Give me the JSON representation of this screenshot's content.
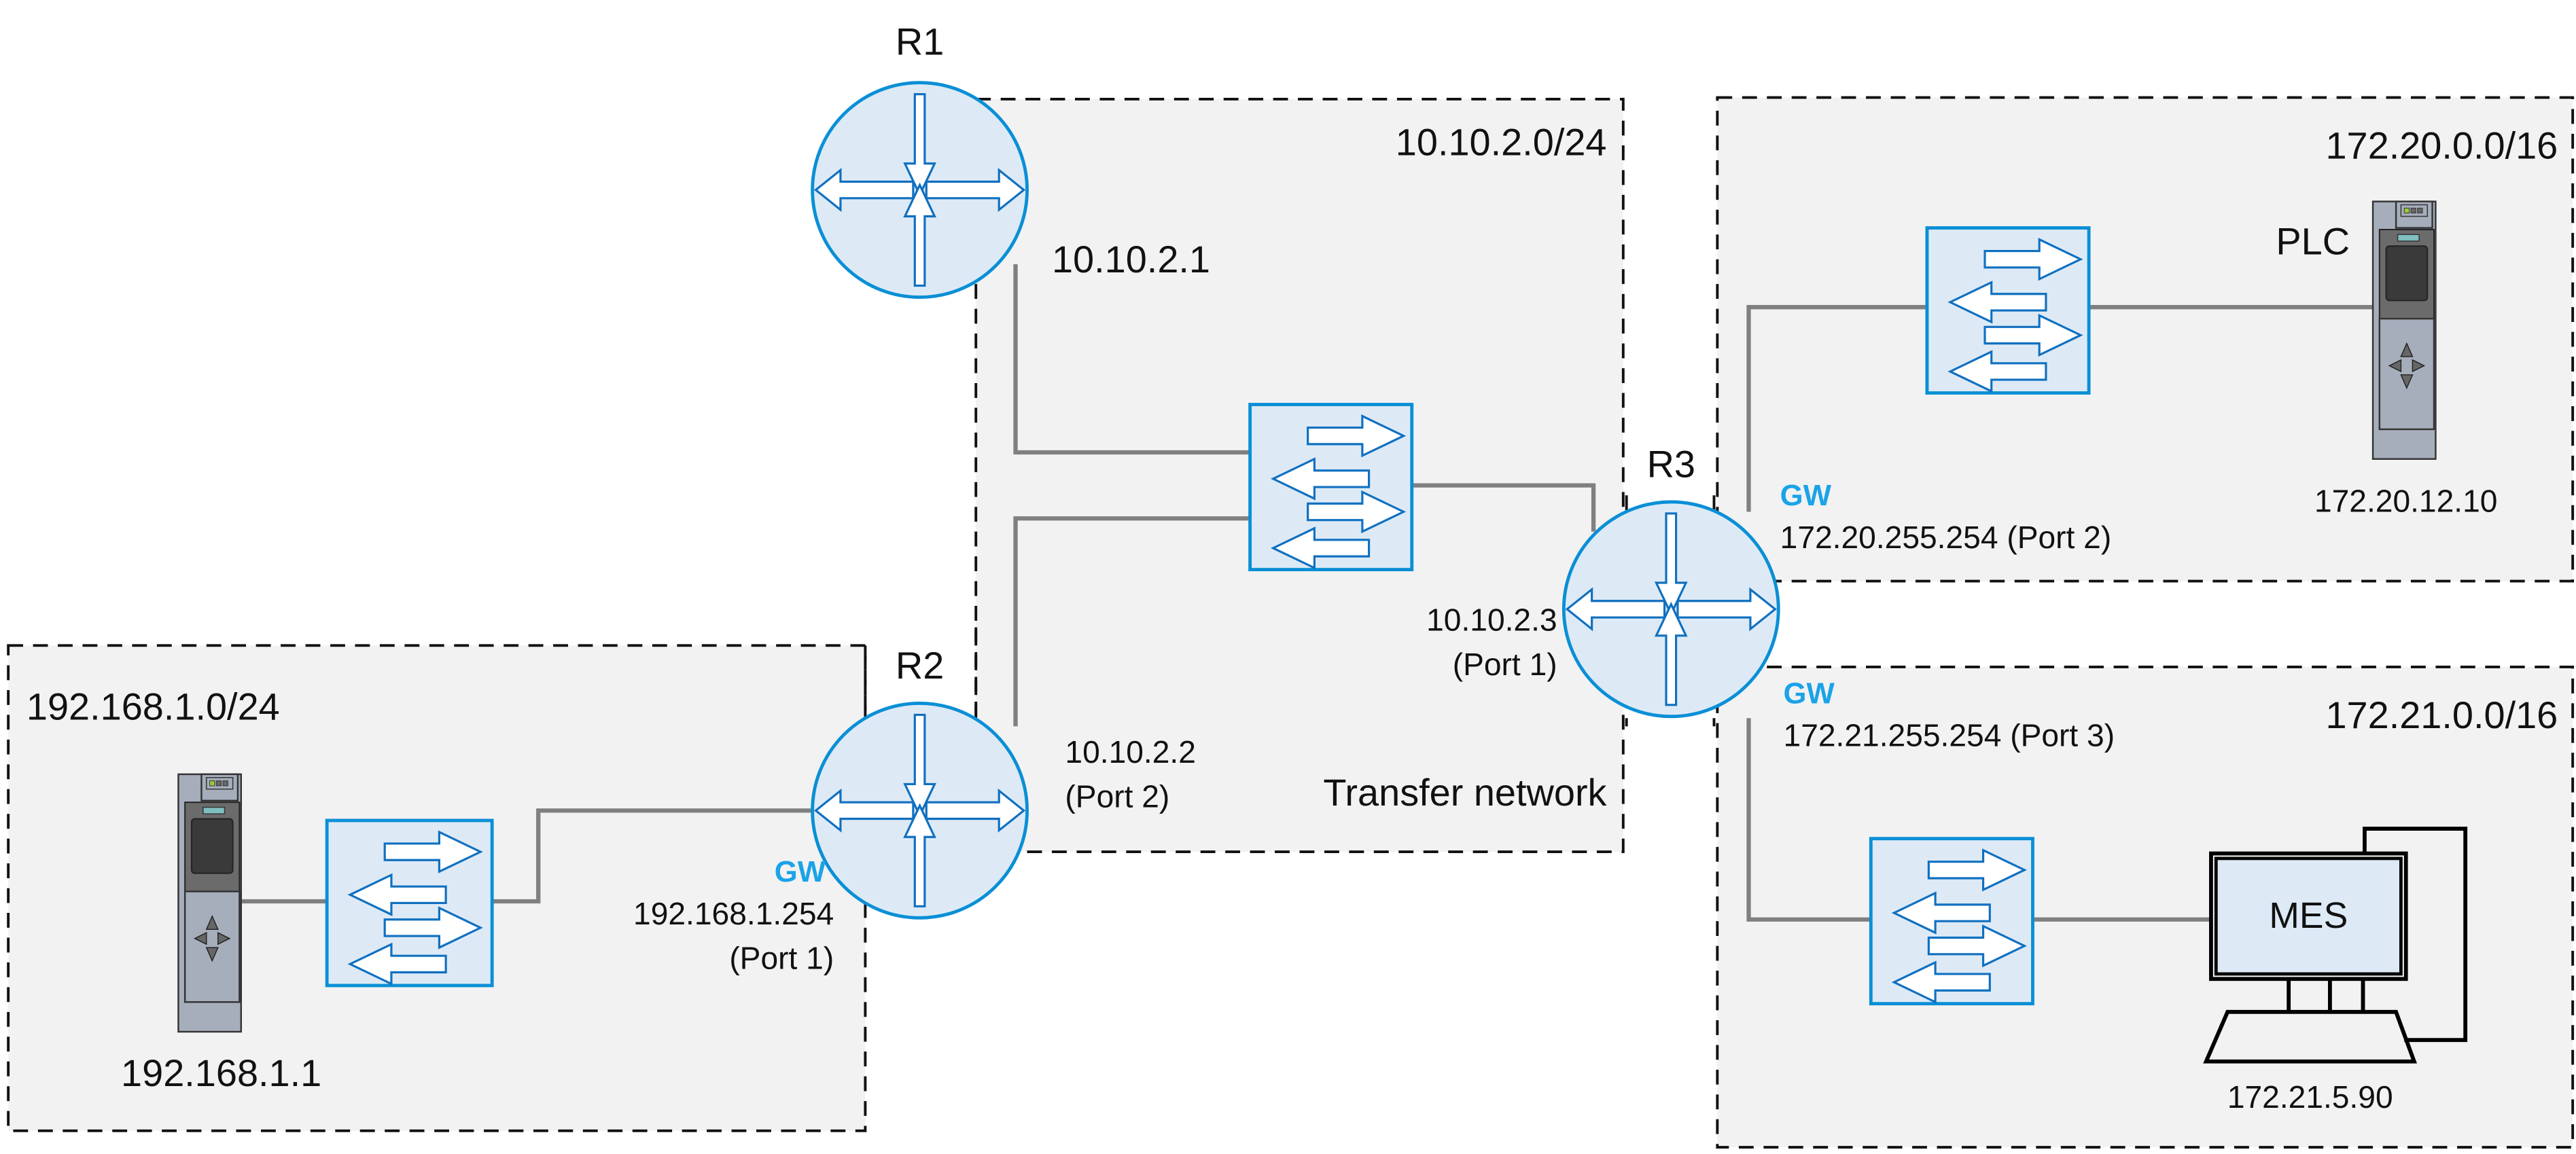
{
  "colors": {
    "network_fill": "#f2f2f2",
    "device_fill": "#ddeaf6",
    "device_stroke": "#0a8fd6",
    "arrow_stroke": "#1070c0",
    "link": "#808080",
    "gateway_label": "#1aa3e8"
  },
  "networks": {
    "left": {
      "subnet": "192.168.1.0/24"
    },
    "transfer": {
      "subnet": "10.10.2.0/24",
      "name": "Transfer network"
    },
    "top_right": {
      "subnet": "172.20.0.0/16"
    },
    "bottom_right": {
      "subnet": "172.21.0.0/16"
    }
  },
  "routers": {
    "r1": {
      "name": "R1",
      "ip": "10.10.2.1"
    },
    "r2": {
      "name": "R2",
      "transfer_ip": "10.10.2.2",
      "transfer_port": "(Port 2)",
      "gw_label": "GW",
      "gw_ip": "192.168.1.254",
      "gw_port": "(Port 1)"
    },
    "r3": {
      "name": "R3",
      "transfer_ip": "10.10.2.3",
      "transfer_port": "(Port 1)",
      "gw1_label": "GW",
      "gw1_text": "172.20.255.254 (Port 2)",
      "gw2_label": "GW",
      "gw2_text": "172.21.255.254 (Port 3)"
    }
  },
  "devices": {
    "left_plc": {
      "ip": "192.168.1.1"
    },
    "plc": {
      "name": "PLC",
      "ip": "172.20.12.10"
    },
    "mes": {
      "name": "MES",
      "ip": "172.21.5.90"
    }
  },
  "icons": {
    "router": "router-icon",
    "switch": "switch-icon",
    "plc": "plc-icon",
    "pc": "workstation-icon"
  }
}
